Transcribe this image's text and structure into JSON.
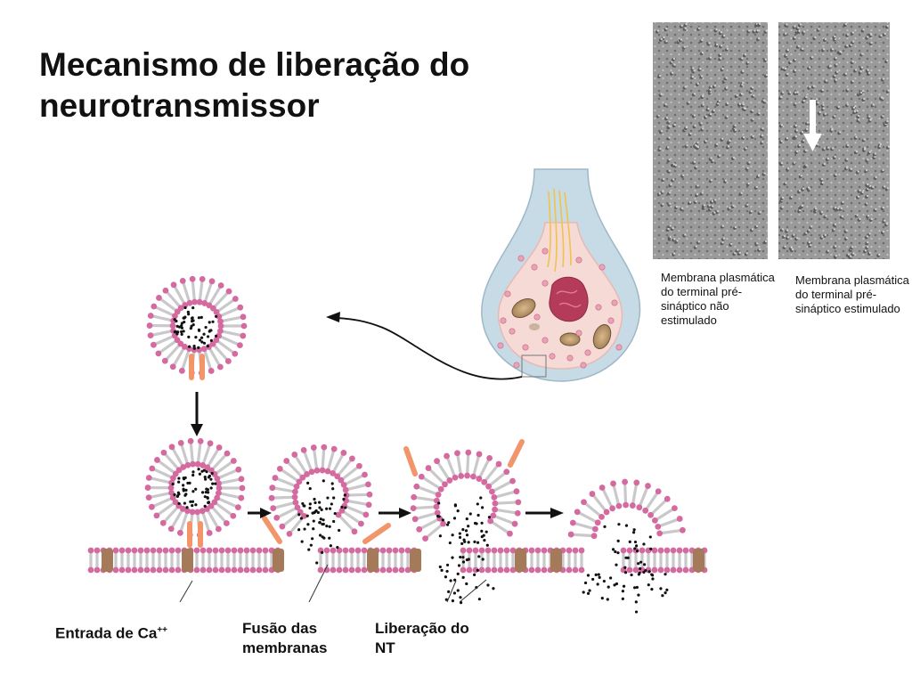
{
  "title": "Mecanismo de liberação do neurotransmissor",
  "micrographs": {
    "left_caption": "Membrana plasmática do  terminal pré-sináptico não estimulado",
    "right_caption": "Membrana plasmática do terminal pré-sináptico estimulado"
  },
  "steps": {
    "calcium_entry": "Entrada de Ca",
    "calcium_superscript": "++",
    "membrane_fusion": "Fusão das membranas",
    "nt_release": "Liberação do NT"
  },
  "colors": {
    "lipid_head": "#d46a9f",
    "lipid_tail": "#c9c9cc",
    "protein": "#a57a5a",
    "calcium_channel": "#f2956a",
    "cytoplasm": "#f6dad6",
    "axon": "#c6dbe5"
  }
}
